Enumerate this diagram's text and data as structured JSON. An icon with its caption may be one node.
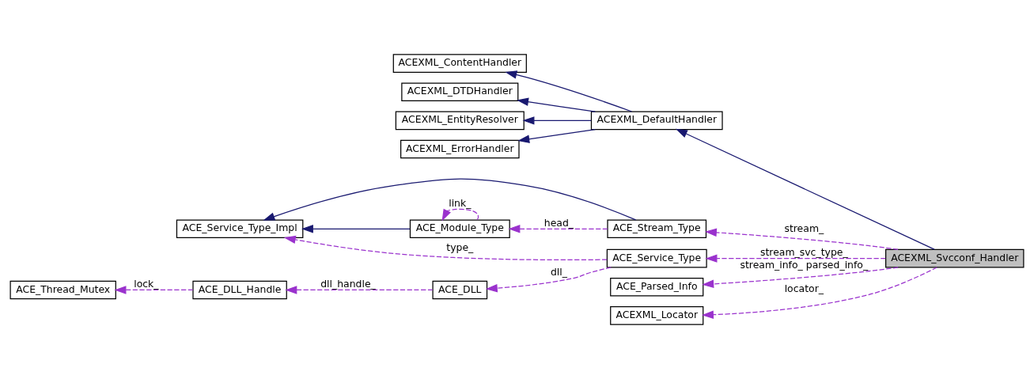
{
  "diagram": {
    "nodes": [
      {
        "text": [
          "ACEXML_ContentHandler"
        ]
      },
      {
        "text": [
          "ACEXML_DTDHandler"
        ]
      },
      {
        "text": [
          "ACEXML_EntityResolver"
        ]
      },
      {
        "text": [
          "ACEXML_ErrorHandler"
        ]
      },
      {
        "text": [
          "ACEXML_DefaultHandler"
        ]
      },
      {
        "text": [
          "ACE_Service_Type_Impl"
        ]
      },
      {
        "text": [
          "ACE_Module_Type"
        ]
      },
      {
        "text": [
          "ACE_Stream_Type"
        ]
      },
      {
        "text": [
          "ACE_Service_Type"
        ]
      },
      {
        "text": [
          "ACEXML_Svcconf_Handler"
        ]
      },
      {
        "text": [
          "ACE_Thread_Mutex"
        ]
      },
      {
        "text": [
          "ACE_DLL_Handle"
        ]
      },
      {
        "text": [
          "ACE_DLL"
        ]
      },
      {
        "text": [
          "ACE_Parsed_Info"
        ]
      },
      {
        "text": [
          "ACEXML_Locator"
        ]
      }
    ],
    "edges": [
      {
        "from": 4,
        "to": 0,
        "arrow": "to",
        "color": "#191970"
      },
      {
        "from": 4,
        "to": 1,
        "arrow": "to",
        "color": "#191970"
      },
      {
        "from": 4,
        "to": 2,
        "arrow": "to",
        "color": "#191970"
      },
      {
        "from": 4,
        "to": 3,
        "arrow": "to",
        "color": "#191970"
      },
      {
        "from": 9,
        "to": 4,
        "arrow": "to",
        "color": "#191970"
      },
      {
        "from": 7,
        "to": 5,
        "arrow": "to",
        "color": "#191970"
      },
      {
        "from": 6,
        "to": 5,
        "arrow": "to",
        "color": "#191970"
      },
      {
        "from": 6,
        "to": 6,
        "arrow": "to",
        "style": "dashed",
        "label": "link_"
      },
      {
        "from": 7,
        "to": 6,
        "arrow": "to",
        "style": "dashed",
        "label": "head_"
      },
      {
        "from": 9,
        "to": 7,
        "arrow": "to",
        "style": "dashed",
        "label": "stream_"
      },
      {
        "from": 9,
        "to": 8,
        "arrow": "to",
        "style": "dashed",
        "label": "stream_svc_type_"
      },
      {
        "from": 8,
        "to": 5,
        "arrow": "to",
        "style": "dashed",
        "label": "type_"
      },
      {
        "from": 8,
        "to": 12,
        "arrow": "to",
        "style": "dashed",
        "label": "dll_"
      },
      {
        "from": 12,
        "to": 11,
        "arrow": "to",
        "style": "dashed",
        "label": "dll_handle_"
      },
      {
        "from": 11,
        "to": 10,
        "arrow": "to",
        "style": "dashed",
        "label": "lock_"
      },
      {
        "from": 9,
        "to": 13,
        "arrow": "to",
        "style": "dashed",
        "label": "stream_info_ parsed_info_"
      },
      {
        "from": 9,
        "to": 14,
        "arrow": "to",
        "style": "dashed",
        "label": "locator_"
      }
    ]
  }
}
